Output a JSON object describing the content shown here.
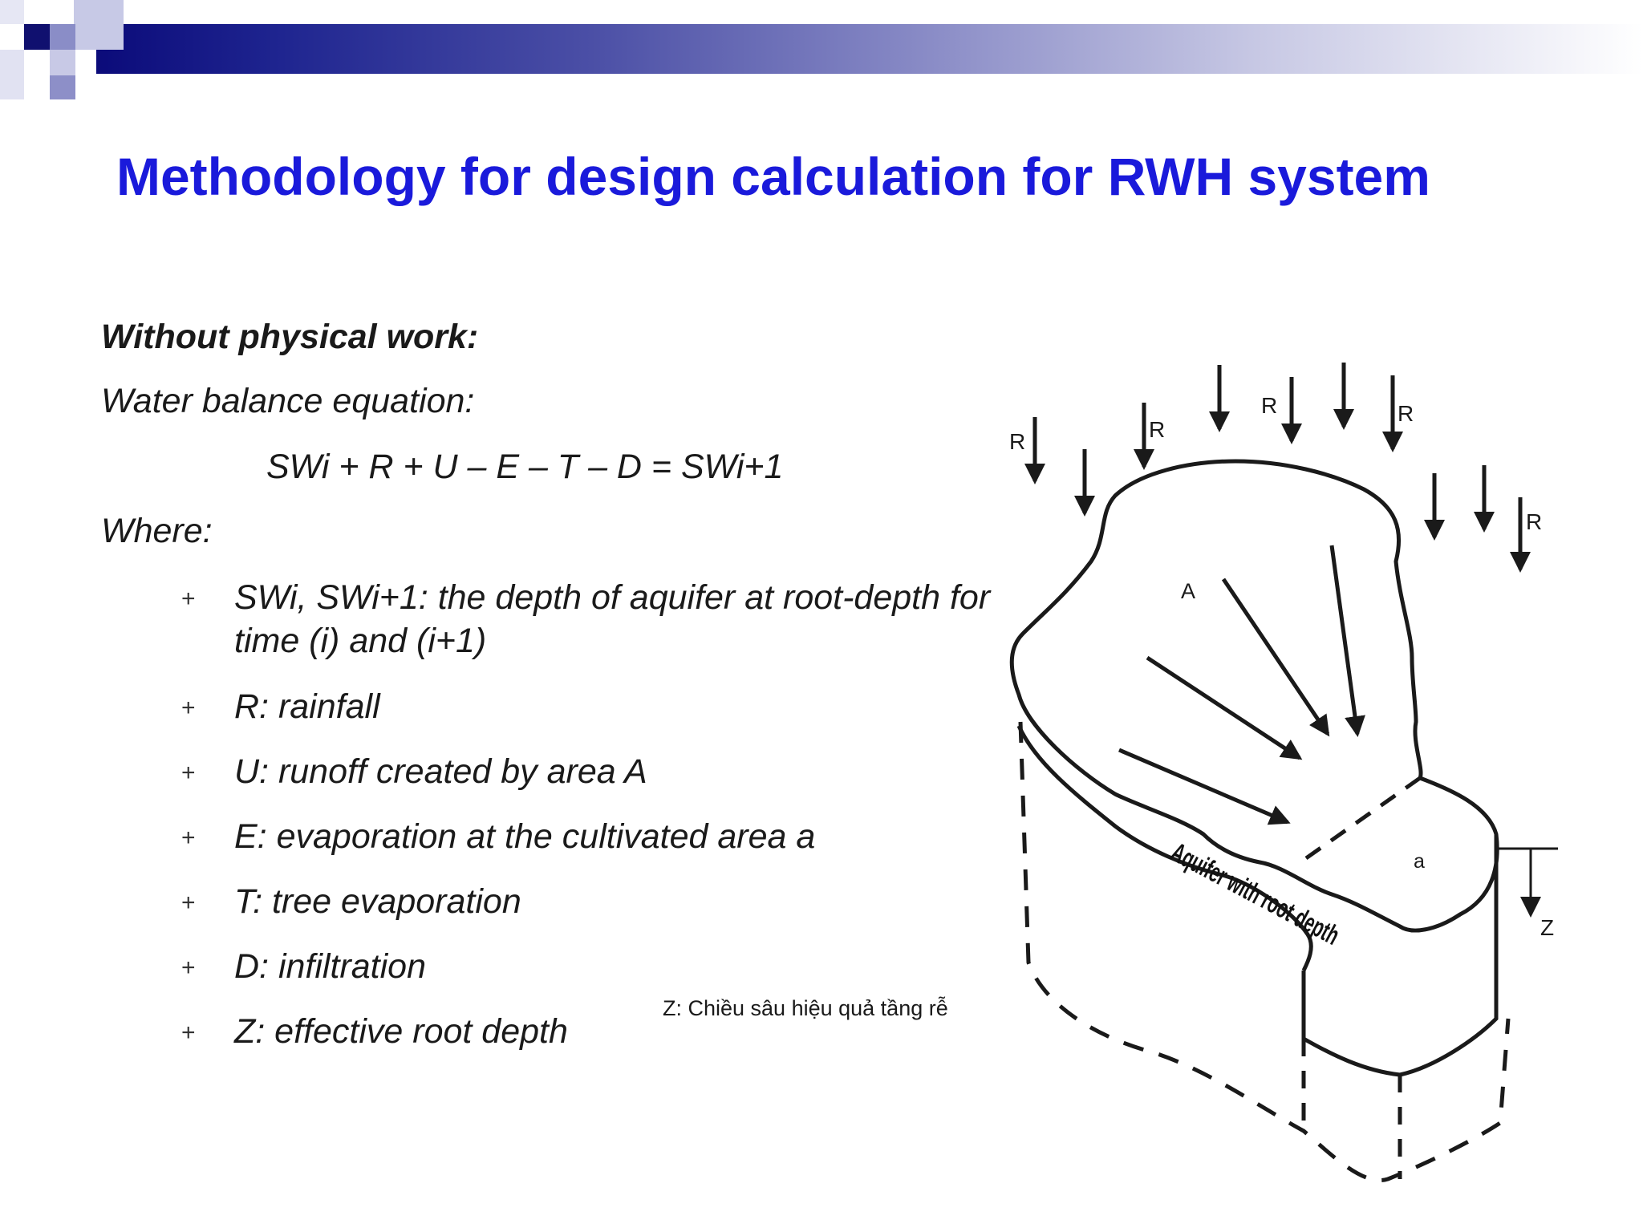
{
  "slide": {
    "title": "Methodology for design calculation for RWH system",
    "heading": "Without physical work:",
    "water_balance_label": "Water balance equation:",
    "equation": "SWi + R + U – E – T – D = SWi+1",
    "where_label": "Where:",
    "bullet_marker": "+",
    "bullets": [
      {
        "text": "SWi, SWi+1: the depth of aquifer at root-depth for time (i) and (i+1)"
      },
      {
        "text": "R: rainfall"
      },
      {
        "text": "U: runoff created by area A"
      },
      {
        "text": "E: evaporation at the cultivated area a"
      },
      {
        "text": "T: tree evaporation"
      },
      {
        "text": "D: infiltration"
      },
      {
        "text": "Z: effective root depth"
      }
    ],
    "note": "Z: Chiều sâu hiệu quả tầng rễ"
  },
  "diagram": {
    "rain_label": "R",
    "catchment_label": "A",
    "cultivated_label": "a",
    "depth_label": "Z",
    "aquifer_label": "Aquifer with root depth"
  },
  "colors": {
    "title": "#1a1adb",
    "banner_dark": "#0b0b7a",
    "banner_light": "#c7c8e4"
  }
}
